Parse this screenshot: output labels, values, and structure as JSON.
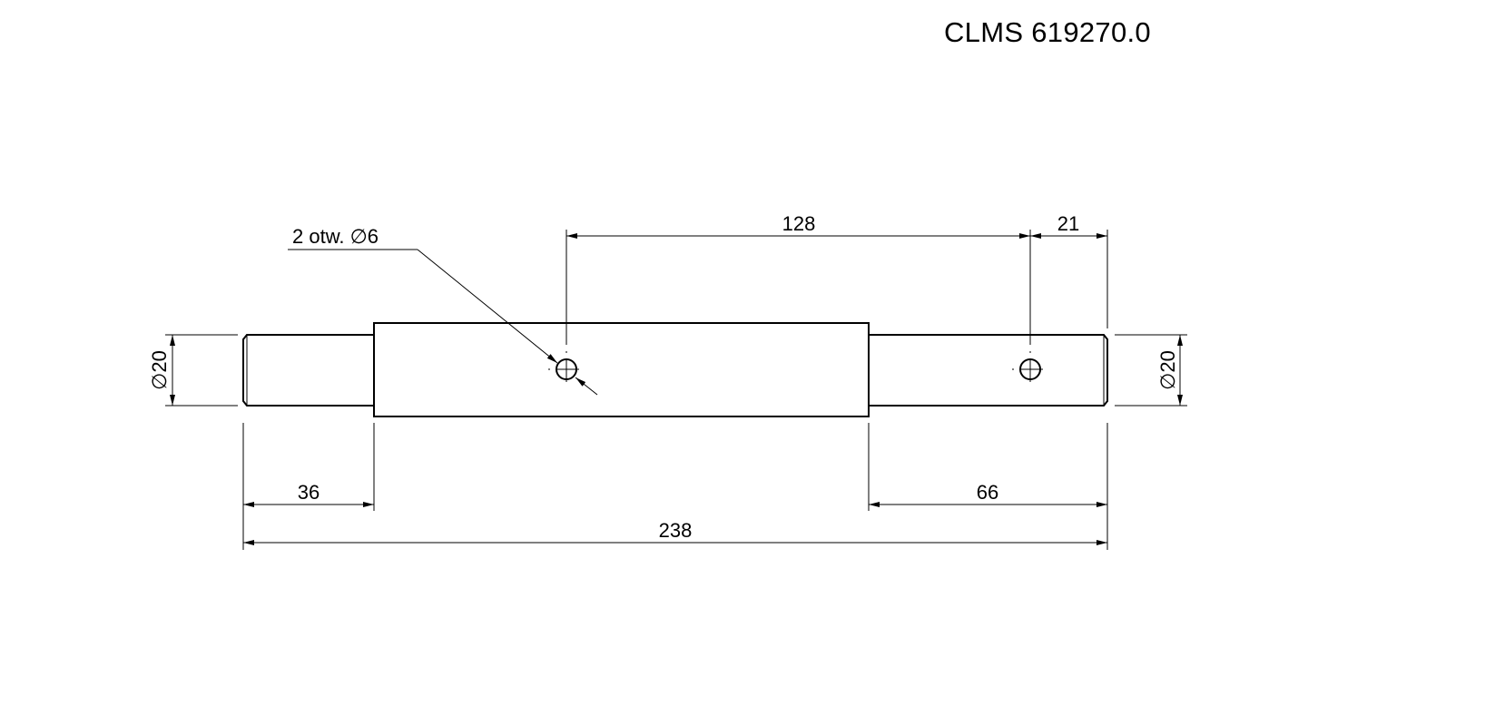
{
  "drawing_number": "CLMS 619270.0",
  "hole_callout": "2 otw. ∅6",
  "dimensions": {
    "hole_spacing": "128",
    "hole_to_end": "21",
    "left_journal_length": "36",
    "right_journal_length": "66",
    "overall_length": "238",
    "left_diameter": "∅20",
    "right_diameter": "∅20"
  }
}
